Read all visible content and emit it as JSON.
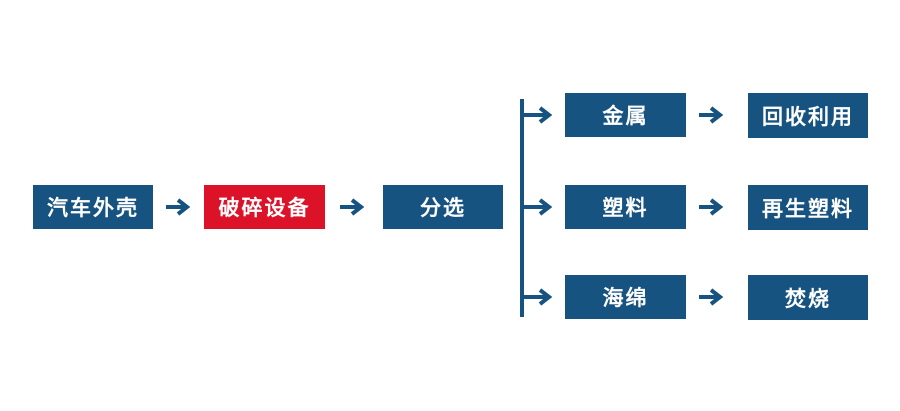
{
  "colors": {
    "primary_blue": "#175380",
    "accent_red": "#DC1228",
    "background": "#FFFFFF",
    "box_text": "#FFFFFF"
  },
  "flowchart": {
    "main_chain": [
      {
        "id": "car-shell",
        "label": "汽车外壳",
        "color": "blue"
      },
      {
        "id": "crushing-equipment",
        "label": "破碎设备",
        "color": "red"
      },
      {
        "id": "sorting",
        "label": "分选",
        "color": "blue"
      }
    ],
    "branches": [
      {
        "material": {
          "label": "金属"
        },
        "outcome": {
          "label": "回收利用"
        }
      },
      {
        "material": {
          "label": "塑料"
        },
        "outcome": {
          "label": "再生塑料"
        }
      },
      {
        "material": {
          "label": "海绵"
        },
        "outcome": {
          "label": "焚烧"
        }
      }
    ]
  }
}
